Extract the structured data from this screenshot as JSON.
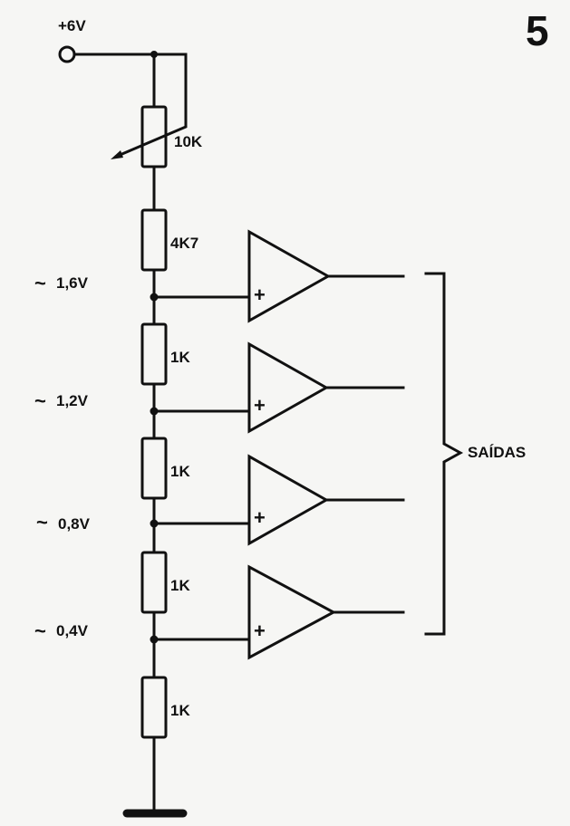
{
  "figure_number": "5",
  "supply_label": "+6V",
  "resistors": [
    "10K",
    "4K7",
    "1K",
    "1K",
    "1K",
    "1K"
  ],
  "taps": [
    {
      "voltage": "1,6V"
    },
    {
      "voltage": "1,2V"
    },
    {
      "voltage": "0,8V"
    },
    {
      "voltage": "0,4V"
    }
  ],
  "approx_symbol": "~",
  "plus_symbol": "+",
  "outputs_label": "SAÍDAS"
}
